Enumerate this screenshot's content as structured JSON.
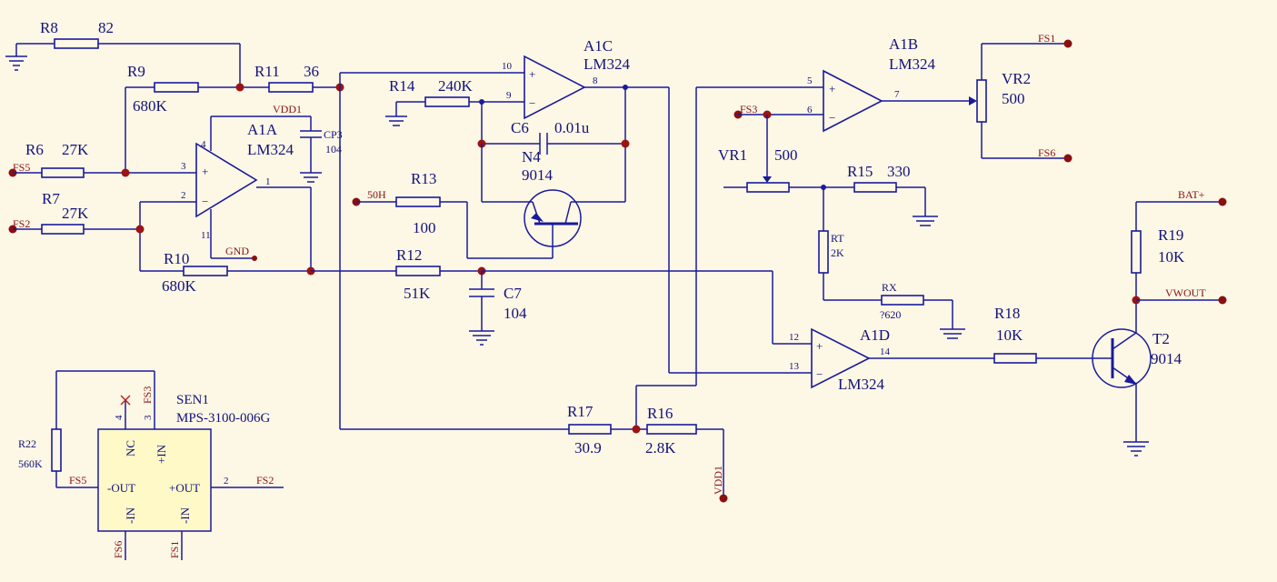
{
  "header_marks": "'                                                                                                                                           '",
  "components": {
    "R8": {
      "ref": "R8",
      "value": "82"
    },
    "R9": {
      "ref": "R9",
      "value": "680K"
    },
    "R11": {
      "ref": "R11",
      "value": "36"
    },
    "R14": {
      "ref": "R14",
      "value": "240K"
    },
    "R6": {
      "ref": "R6",
      "value": "27K"
    },
    "R7": {
      "ref": "R7",
      "value": "27K"
    },
    "R10": {
      "ref": "R10",
      "value": "680K"
    },
    "R12": {
      "ref": "R12",
      "value": "51K"
    },
    "R13": {
      "ref": "R13",
      "value": "100"
    },
    "R15": {
      "ref": "R15",
      "value": "330"
    },
    "R16": {
      "ref": "R16",
      "value": "2.8K"
    },
    "R17": {
      "ref": "R17",
      "value": "30.9"
    },
    "R18": {
      "ref": "R18",
      "value": "10K"
    },
    "R19": {
      "ref": "R19",
      "value": "10K"
    },
    "R22": {
      "ref": "R22",
      "value": "560K"
    },
    "RT": {
      "ref": "RT",
      "value": "2K"
    },
    "RX": {
      "ref": "RX",
      "value": "?620"
    },
    "C6": {
      "ref": "C6",
      "value": "0.01u"
    },
    "C7": {
      "ref": "C7",
      "value": "104"
    },
    "CP3": {
      "ref": "CP3",
      "value": "104"
    },
    "VR1": {
      "ref": "VR1",
      "value": "500"
    },
    "VR2": {
      "ref": "VR2",
      "value": "500"
    },
    "N4": {
      "ref": "N4",
      "value": "9014"
    },
    "T2": {
      "ref": "T2",
      "value": "9014"
    },
    "A1A": {
      "ref": "A1A",
      "part": "LM324"
    },
    "A1B": {
      "ref": "A1B",
      "part": "LM324"
    },
    "A1C": {
      "ref": "A1C",
      "part": "LM324"
    },
    "A1D": {
      "ref": "A1D",
      "part": "LM324"
    },
    "SEN1": {
      "ref": "SEN1",
      "part": "MPS-3100-006G"
    }
  },
  "pins": {
    "a1a_p3": "3",
    "a1a_p2": "2",
    "a1a_p1": "1",
    "a1a_p4": "4",
    "a1a_p11": "11",
    "a1c_p10": "10",
    "a1c_p9": "9",
    "a1c_p8": "8",
    "a1b_p5": "5",
    "a1b_p6": "6",
    "a1b_p7": "7",
    "a1d_p12": "12",
    "a1d_p13": "13",
    "a1d_p14": "14",
    "sen_p4": "4",
    "sen_p3": "3",
    "sen_p2": "2",
    "plus": "+",
    "minus": "−"
  },
  "sensor_pins": {
    "nc": "NC",
    "in_plus": "+IN",
    "out_minus": "-OUT",
    "out_plus": "+OUT",
    "in_minus_left": "-IN",
    "in_minus_right": "-IN"
  },
  "nets": {
    "fs1": "FS1",
    "fs6": "FS6",
    "fs3": "FS3",
    "fs5": "FS5",
    "fs2": "FS2",
    "bat": "BAT+",
    "vwout": "VWOUT",
    "vdd1": "VDD1",
    "vdd1_bottom": "VDD1",
    "gnd": "GND",
    "h50": "50H",
    "sen_fs3": "FS3",
    "sen_fs5": "FS5",
    "sen_fs2": "FS2",
    "sen_fs6": "FS6",
    "sen_fs1": "FS1"
  },
  "colors": {
    "wire": "#1a1a9a",
    "net_label": "#8a1010",
    "background": "#fdf7e6",
    "sensor_body": "#fff9c8"
  }
}
